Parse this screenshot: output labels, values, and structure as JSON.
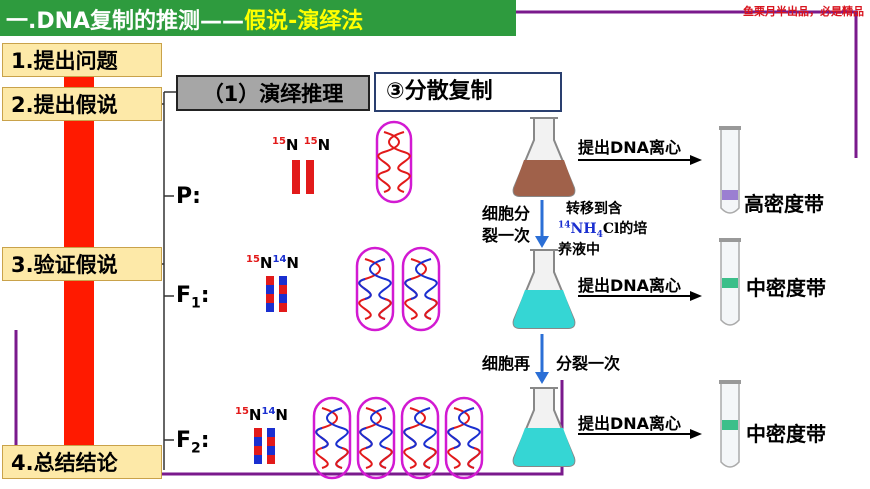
{
  "title": {
    "main": "一.DNA复制的推测——",
    "accent": "假说-演绎法"
  },
  "watermark": "鱼栗月半出品，必是精品",
  "steps": [
    "1.提出问题",
    "2.提出假说",
    "3.验证假说",
    "4.总结结论"
  ],
  "tabs": {
    "deduction": "（1）演绎推理",
    "dispersive": "③分散复制"
  },
  "generations": {
    "p": {
      "label": "P:",
      "isotopes": [
        "15",
        "N",
        "15",
        "N"
      ]
    },
    "f1": {
      "label": "F",
      "sub": "1",
      "colon": ":",
      "isotopes": [
        "15",
        "N",
        "14",
        "N"
      ]
    },
    "f2": {
      "label": "F",
      "sub": "2",
      "colon": ":",
      "isotopes": [
        "15",
        "N",
        "14",
        "N"
      ]
    }
  },
  "arrows": {
    "centrifuge": "提出DNA离心",
    "divide_once_a": "细胞分",
    "divide_once_b": "裂一次",
    "transfer_a": "转移到含",
    "transfer_b_sup": "14",
    "transfer_b_main": "NH",
    "transfer_b_sub": "4",
    "transfer_b_tail": "Cl的培",
    "transfer_c": "养液中",
    "divide_again_a": "细胞再",
    "divide_again_b": "分裂一次"
  },
  "bands": {
    "p": "高密度带",
    "f1": "中密度带",
    "f2": "中密度带"
  },
  "colors": {
    "title_green": "#2e9b3e",
    "accent_yellow": "#ffff00",
    "heavy_red": "#e21a1a",
    "light_blue": "#1a2fd0",
    "border_purple": "#7a1a8c",
    "high_band": "#9b7fd1",
    "mid_band": "#3cbf8a"
  }
}
